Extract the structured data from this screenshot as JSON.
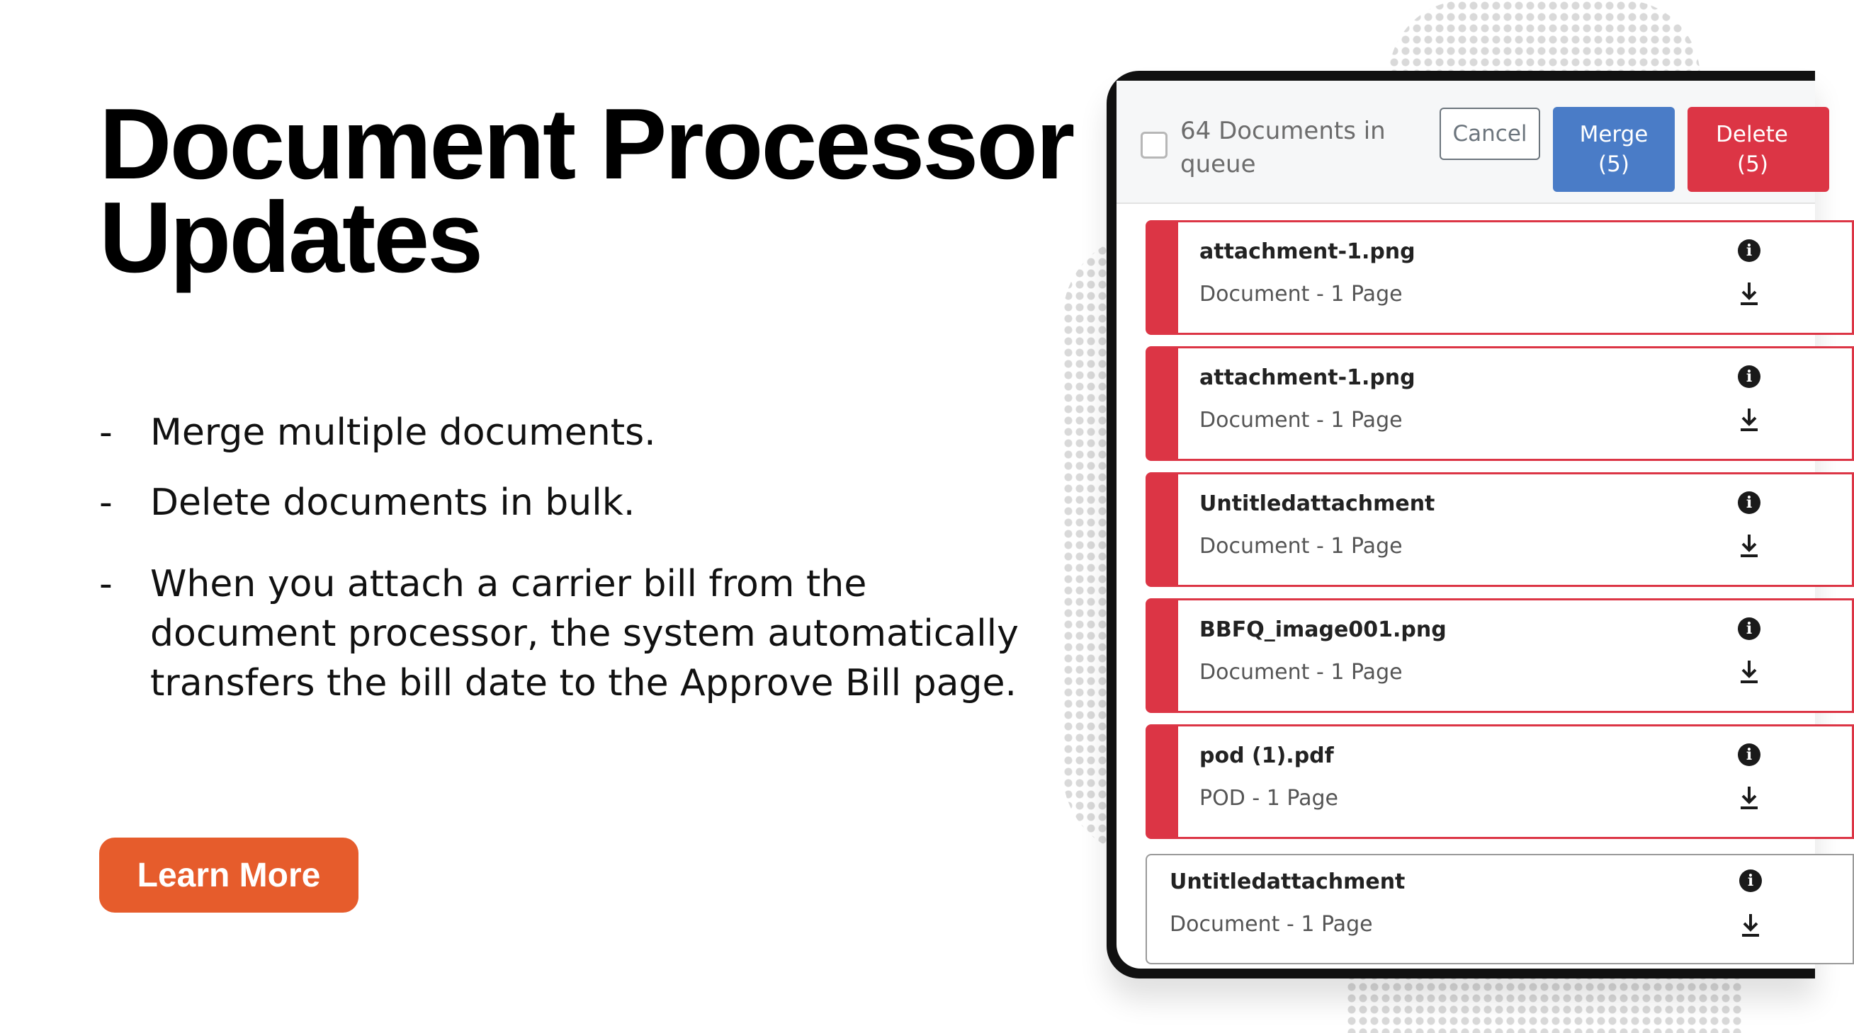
{
  "headline": {
    "line1": "Document Processor",
    "line2": "Updates"
  },
  "bullets": [
    {
      "dash": "-",
      "text": "Merge multiple documents."
    },
    {
      "dash": "-",
      "text": "Delete documents in bulk."
    },
    {
      "dash": "-",
      "lines": [
        "When you attach a carrier bill from the",
        "document processor, the system automatically",
        "transfers the bill date to the Approve Bill page."
      ]
    }
  ],
  "cta": {
    "label": "Learn More",
    "color": "#e65c2c"
  },
  "app": {
    "queue_text": "64 Documents in queue",
    "buttons": {
      "cancel": "Cancel",
      "merge_label": "Merge",
      "merge_count": "(5)",
      "delete_label": "Delete",
      "delete_count": "(5)"
    },
    "documents": [
      {
        "name": "attachment-1.png",
        "meta": "Document - 1 Page",
        "selected": true
      },
      {
        "name": "attachment-1.png",
        "meta": "Document - 1 Page",
        "selected": true
      },
      {
        "name": "Untitledattachment",
        "meta": "Document - 1 Page",
        "selected": true
      },
      {
        "name": "BBFQ_image001.png",
        "meta": "Document - 1 Page",
        "selected": true
      },
      {
        "name": "pod (1).pdf",
        "meta": "POD - 1 Page",
        "selected": true
      },
      {
        "name": "Untitledattachment",
        "meta": "Document - 1 Page",
        "selected": false
      }
    ],
    "colors": {
      "merge": "#4a7cc7",
      "delete": "#dc3545",
      "selected": "#dc3545"
    },
    "icons": {
      "info": "info-icon",
      "download": "download-icon"
    }
  }
}
